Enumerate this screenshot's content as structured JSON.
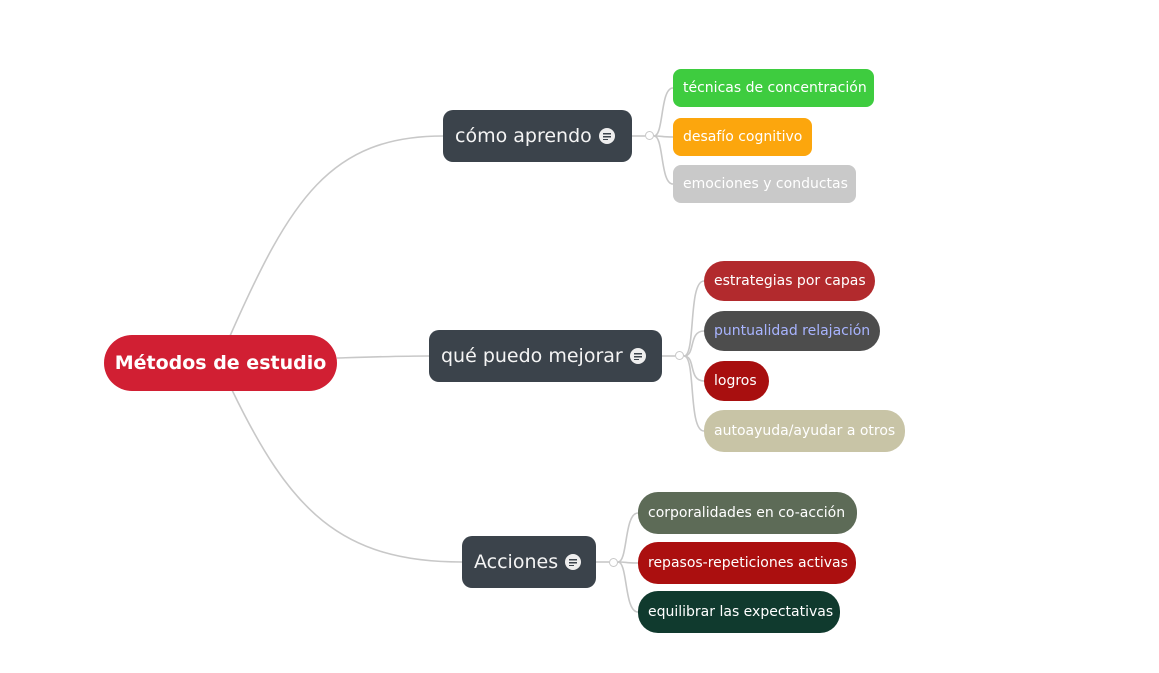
{
  "colors": {
    "root": "#d11f33",
    "branch": "#3b434b",
    "connector": "#c8c8c8"
  },
  "mindmap": {
    "root": {
      "label": "Métodos de estudio"
    },
    "branches": [
      {
        "label": "cómo aprendo",
        "note_icon": "note-icon",
        "children": [
          {
            "label": "técnicas de concentración",
            "bg": "#3ecc3f",
            "fg": "#ffffff"
          },
          {
            "label": "desafío cognitivo",
            "bg": "#fca60d",
            "fg": "#ffffff"
          },
          {
            "label": "emociones y conductas",
            "bg": "#c9c9c9",
            "fg": "#ffffff"
          }
        ]
      },
      {
        "label": "qué puedo mejorar",
        "note_icon": "note-icon",
        "children": [
          {
            "label": "estrategias por capas",
            "bg": "#b22a2d",
            "fg": "#ffffff"
          },
          {
            "label": "puntualidad relajación",
            "bg": "#4d4d4d",
            "fg": "#a8b4ff"
          },
          {
            "label": "logros",
            "bg": "#a80f0f",
            "fg": "#ffffff"
          },
          {
            "label": "autoayuda/ayudar a otros",
            "bg": "#c8c4a6",
            "fg": "#ffffff"
          }
        ]
      },
      {
        "label": "Acciones",
        "note_icon": "note-icon",
        "children": [
          {
            "label": "corporalidades en co-acción",
            "bg": "#5d6b57",
            "fg": "#ffffff"
          },
          {
            "label": "repasos-repeticiones activas",
            "bg": "#ab0f0f",
            "fg": "#ffffff"
          },
          {
            "label": "equilibrar las expectativas",
            "bg": "#103a2e",
            "fg": "#ffffff"
          }
        ]
      }
    ]
  }
}
